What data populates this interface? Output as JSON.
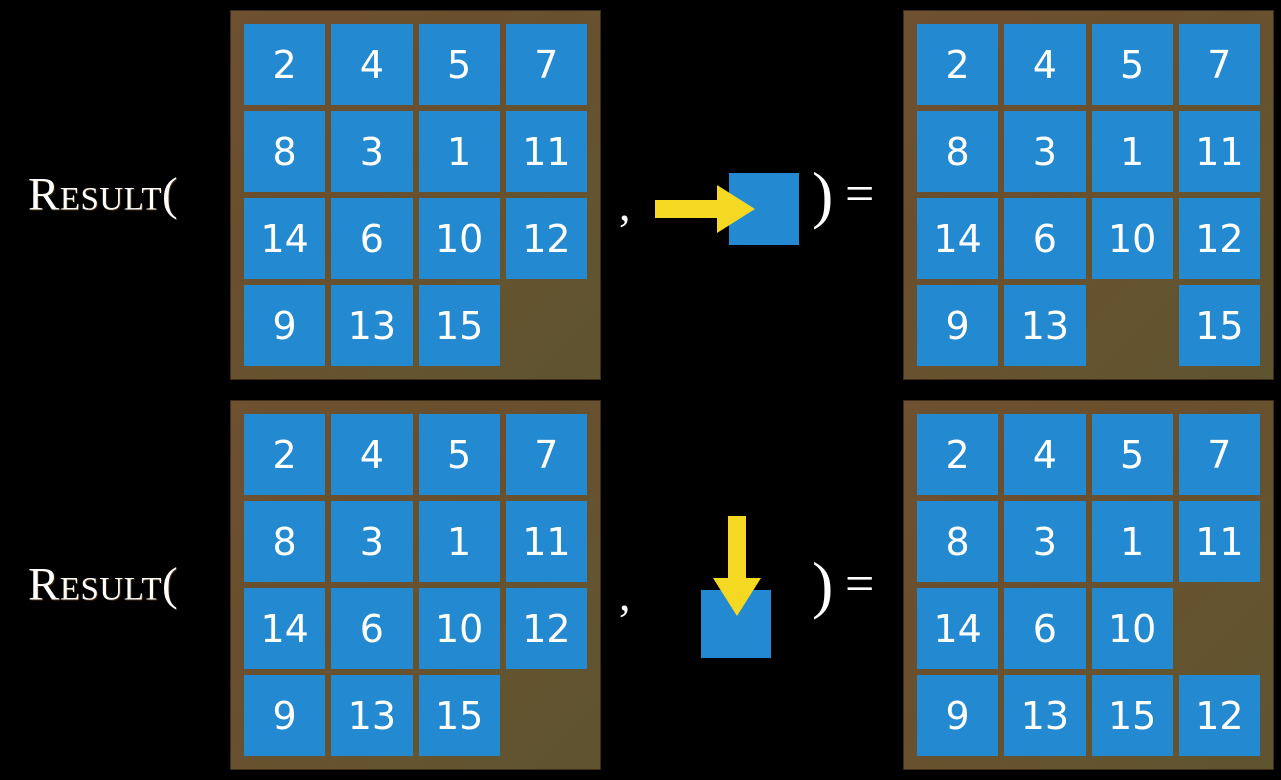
{
  "slide": {
    "background_color": "#000000",
    "tile_color": "#2389d0",
    "frame_color": "#6a4f2e",
    "arrow_color": "#f5d822",
    "text_color": "#ffffff"
  },
  "labels": {
    "result": "Result(",
    "comma": ",",
    "close_paren": ")",
    "equals": "="
  },
  "rows": [
    {
      "id": "row-top",
      "label": "Result(",
      "input_board": {
        "name": "initial-state-board",
        "rows": [
          [
            "2",
            "4",
            "5",
            "7"
          ],
          [
            "8",
            "3",
            "1",
            "11"
          ],
          [
            "14",
            "6",
            "10",
            "12"
          ],
          [
            "9",
            "13",
            "15",
            ""
          ]
        ]
      },
      "move": {
        "name": "move-blank-right",
        "direction": "right",
        "arrow_glyph": "→",
        "arrow_color": "#f5d822",
        "square_color": "#2389d0"
      },
      "output_board": {
        "name": "result-state-board",
        "rows": [
          [
            "2",
            "4",
            "5",
            "7"
          ],
          [
            "8",
            "3",
            "1",
            "11"
          ],
          [
            "14",
            "6",
            "10",
            "12"
          ],
          [
            "9",
            "13",
            "",
            "15"
          ]
        ]
      }
    },
    {
      "id": "row-bottom",
      "label": "Result(",
      "input_board": {
        "name": "initial-state-board",
        "rows": [
          [
            "2",
            "4",
            "5",
            "7"
          ],
          [
            "8",
            "3",
            "1",
            "11"
          ],
          [
            "14",
            "6",
            "10",
            "12"
          ],
          [
            "9",
            "13",
            "15",
            ""
          ]
        ]
      },
      "move": {
        "name": "move-blank-down",
        "direction": "down",
        "arrow_glyph": "↓",
        "arrow_color": "#f5d822",
        "square_color": "#2389d0"
      },
      "output_board": {
        "name": "result-state-board",
        "rows": [
          [
            "2",
            "4",
            "5",
            "7"
          ],
          [
            "8",
            "3",
            "1",
            "11"
          ],
          [
            "14",
            "6",
            "10",
            ""
          ],
          [
            "9",
            "13",
            "15",
            "12"
          ]
        ]
      }
    }
  ]
}
